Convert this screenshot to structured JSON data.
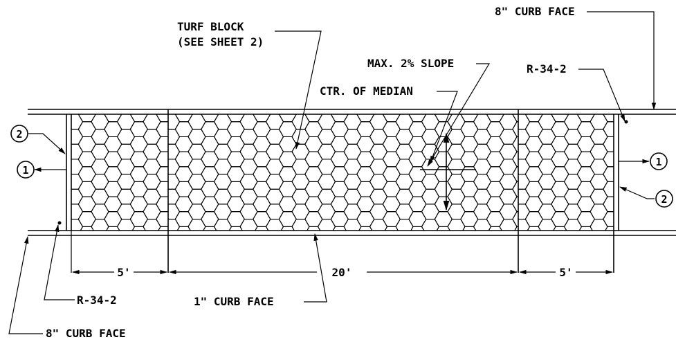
{
  "labels": {
    "curb_face_8_top": "8\" CURB FACE",
    "turf_block_line1": "TURF BLOCK",
    "turf_block_line2": "(SEE SHEET 2)",
    "max_slope": "MAX. 2% SLOPE",
    "r_34_2_top": "R-34-2",
    "ctr_median": "CTR. OF MEDIAN",
    "r_34_2_bottom": "R-34-2",
    "curb_face_1": "1\" CURB FACE",
    "curb_face_8_bottom": "8\" CURB FACE"
  },
  "callouts": {
    "left_2": "2",
    "left_1": "1",
    "right_1": "1",
    "right_2": "2"
  },
  "dimensions": {
    "left": "5'",
    "middle": "20'",
    "right": "5'"
  }
}
